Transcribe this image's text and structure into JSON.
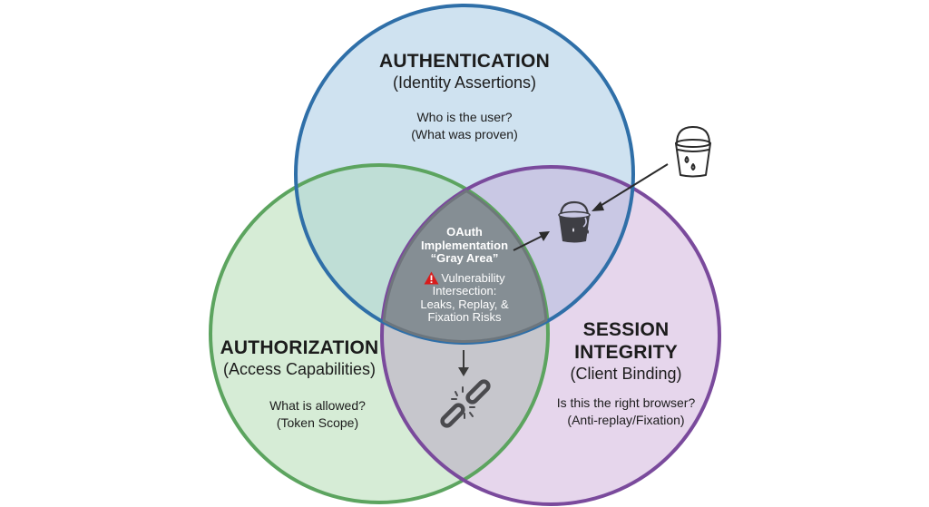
{
  "diagram": {
    "type": "venn",
    "sets": [
      {
        "id": "authentication",
        "title": "AUTHENTICATION",
        "subtitle": "(Identity Assertions)",
        "question": "Who is the user?",
        "detail": "(What was proven)",
        "stroke": "#2f6fa8",
        "fill": "#cfe2f0"
      },
      {
        "id": "authorization",
        "title": "AUTHORIZATION",
        "subtitle": "(Access Capabilities)",
        "question": "What is allowed?",
        "detail": "(Token Scope)",
        "stroke": "#5ca45f",
        "fill": "#d6ecd6"
      },
      {
        "id": "session",
        "title_line1": "SESSION",
        "title_line2": "INTEGRITY",
        "subtitle": "(Client Binding)",
        "question": "Is this the right browser?",
        "detail": "(Anti-replay/Fixation)",
        "stroke": "#7a4a9c",
        "fill": "#e6d6ec"
      }
    ],
    "center": {
      "title_line1": "OAuth",
      "title_line2": "Implementation",
      "title_line3": "“Gray Area”",
      "body_line1": "Vulnerability",
      "body_line2": "Intersection:",
      "body_line3": "Leaks, Replay, &",
      "body_line4": "Fixation Risks",
      "icon": "warning-icon",
      "fill": "#858e94",
      "stroke": "#6f767b",
      "warning_color": "#d81b1b"
    },
    "icons": {
      "leaky_bucket_outline": "bucket-outline-icon",
      "leaky_bucket_filled": "bucket-leaking-icon",
      "broken_chain": "broken-link-icon"
    },
    "arrow_color": "#2b2b2b"
  }
}
